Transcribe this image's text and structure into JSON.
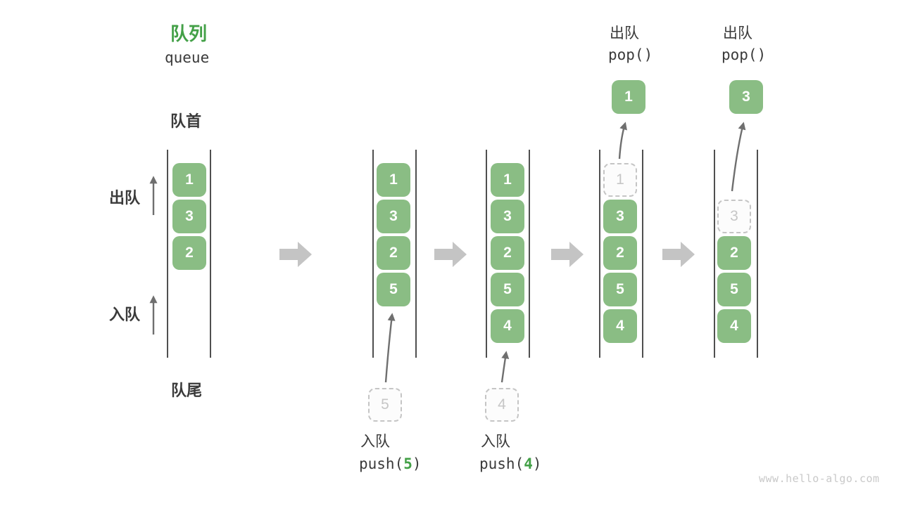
{
  "title": {
    "zh": "队列",
    "en": "queue"
  },
  "side_labels": {
    "front": "队首",
    "rear": "队尾",
    "dequeue": "出队",
    "enqueue": "入队"
  },
  "columns": [
    {
      "slots": [
        {
          "v": "1"
        },
        {
          "v": "3"
        },
        {
          "v": "2"
        }
      ]
    },
    {
      "slots": [
        {
          "v": "1"
        },
        {
          "v": "3"
        },
        {
          "v": "2"
        },
        {
          "v": "5"
        }
      ]
    },
    {
      "slots": [
        {
          "v": "1"
        },
        {
          "v": "3"
        },
        {
          "v": "2"
        },
        {
          "v": "5"
        },
        {
          "v": "4"
        }
      ]
    },
    {
      "slots": [
        {
          "v": "1",
          "ghost": true
        },
        {
          "v": "3"
        },
        {
          "v": "2"
        },
        {
          "v": "5"
        },
        {
          "v": "4"
        }
      ]
    },
    {
      "slots": [
        {
          "v": "3",
          "ghost": true
        },
        {
          "v": "2"
        },
        {
          "v": "5"
        },
        {
          "v": "4"
        }
      ]
    }
  ],
  "operations": {
    "push_5": {
      "label": "入队",
      "code_prefix": "push(",
      "arg": "5",
      "code_suffix": ")",
      "staged_value": "5"
    },
    "push_4": {
      "label": "入队",
      "code_prefix": "push(",
      "arg": "4",
      "code_suffix": ")",
      "staged_value": "4"
    },
    "pop_1": {
      "label": "出队",
      "code": "pop()",
      "popped_value": "1"
    },
    "pop_3": {
      "label": "出队",
      "code": "pop()",
      "popped_value": "3"
    }
  },
  "watermark": "www.hello-algo.com",
  "colors": {
    "element_green": "#8ABD84",
    "accent_green": "#43A047",
    "ghost_gray": "#C6C6C6",
    "thin_arrow_gray": "#6F6F6F",
    "block_arrow_gray": "#C4C4C4",
    "text_dark": "#3A3A3A",
    "container_line": "#4F4F4F",
    "watermark_gray": "#C9C9C9"
  }
}
